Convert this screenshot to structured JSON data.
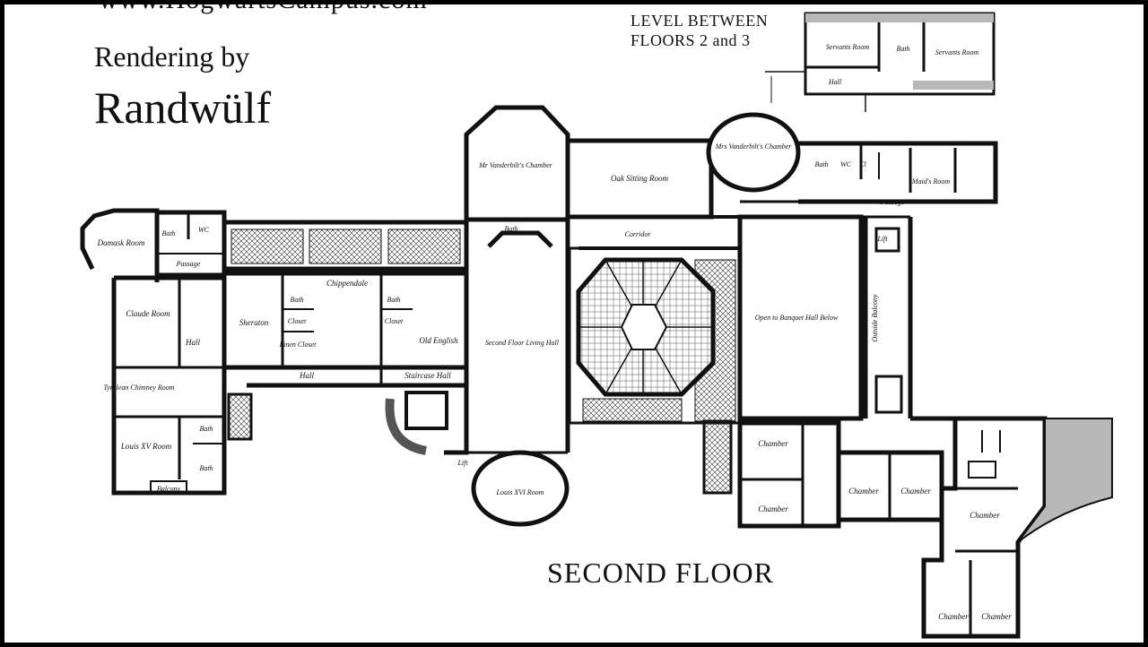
{
  "header": {
    "url": "www.HogwartsCampus.com",
    "credit_line1": "Rendering by",
    "credit_line2": "Randwülf",
    "level_title_line1": "LEVEL BETWEEN",
    "level_title_line2": "FLOORS 2 and 3",
    "floor_title": "SECOND FLOOR"
  },
  "inset_rooms": {
    "servants_room_left": "Servants Room",
    "bath": "Bath",
    "servants_room_right": "Servants Room",
    "hall": "Hall"
  },
  "rooms": {
    "damask": "Damask Room",
    "bath_west": "Bath",
    "wc_west": "WC",
    "passage_west": "Passage",
    "claude": "Claude Room",
    "hall_west": "Hall",
    "tyrolean": "Tyrolean Chimney Room",
    "louis_xv": "Louis XV Room",
    "bath_lxv_1": "Bath",
    "bath_lxv_2": "Bath",
    "balcony": "Balcony",
    "sheraton": "Sheraton",
    "bath_mid": "Bath",
    "closet_1": "Closet",
    "linen": "Linen Closet",
    "chippendale": "Chippendale",
    "bath_oe": "Bath",
    "closet_2": "Closet",
    "old_english": "Old English",
    "hall_center": "Hall",
    "staircase_hall": "Staircase Hall",
    "lift_sw": "Lift",
    "louis_xvi": "Louis XVI Room",
    "mr_vanderbilt": "Mr Vanderbilt's Chamber",
    "bath_mr": "Bath",
    "oak_sitting": "Oak Sitting Room",
    "corridor": "Corridor",
    "second_floor_living": "Second Floor Living Hall",
    "mrs_vanderbilt": "Mrs Vanderbilt's Chamber",
    "bath_mrs": "Bath",
    "wc_mrs": "WC",
    "cl_mrs": "Cl",
    "maids_room": "Maid's Room",
    "passage_east": "Passage",
    "lift_east": "Lift",
    "open_banquet": "Open to Banquet Hall Below",
    "outside_balcony": "Outside Balcony",
    "chamber_1": "Chamber",
    "chamber_2": "Chamber",
    "chamber_3": "Chamber",
    "chamber_4": "Chamber",
    "chamber_5": "Chamber",
    "chamber_6": "Chamber",
    "chamber_7": "Chamber"
  },
  "colors": {
    "frame": "#000000",
    "paper": "#ffffff",
    "wall": "#111111",
    "shade": "#b8b8b8"
  }
}
